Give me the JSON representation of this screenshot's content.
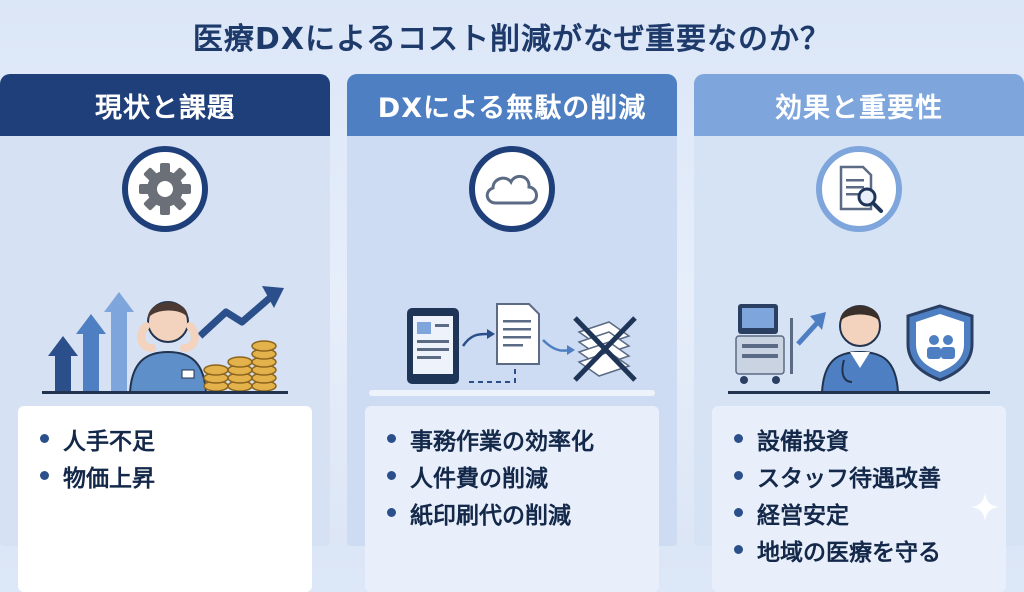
{
  "title": "医療DXによるコスト削減がなぜ重要なのか？",
  "columns": [
    {
      "heading": "現状と課題",
      "icon": "gear-icon",
      "items": [
        "人手不足",
        "物価上昇"
      ]
    },
    {
      "heading": "DXによる無駄の削減",
      "icon": "cloud-icon",
      "items": [
        "事務作業の効率化",
        "人件費の削減",
        "紙印刷代の削減"
      ]
    },
    {
      "heading": "効果と重要性",
      "icon": "document-search-icon",
      "items": [
        "設備投資",
        "スタッフ待遇改善",
        "経営安定",
        "地域の医療を守る"
      ]
    }
  ],
  "colors": {
    "title": "#1d3a6b",
    "header_1": "#1f3f7a",
    "header_2": "#4e7fc3",
    "header_3": "#7ea5dc"
  }
}
